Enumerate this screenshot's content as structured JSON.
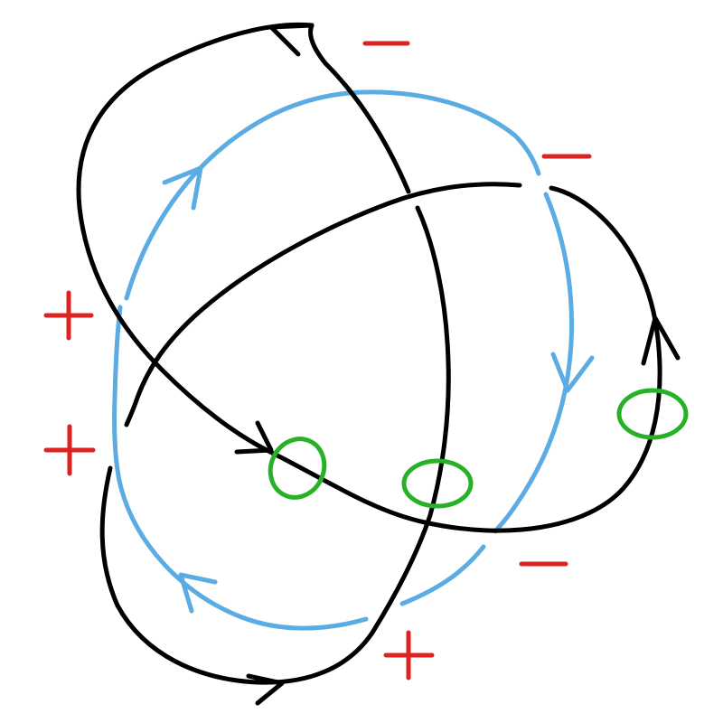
{
  "colors": {
    "background": "#ffffff",
    "knot": "#000000",
    "loop": "#5aace3",
    "meridian": "#27b127",
    "sign": "#dd2222"
  },
  "crossing_signs": [
    {
      "id": "sign-top",
      "kind": "minus"
    },
    {
      "id": "sign-upper-right",
      "kind": "minus"
    },
    {
      "id": "sign-left-upper",
      "kind": "plus"
    },
    {
      "id": "sign-left-lower",
      "kind": "plus"
    },
    {
      "id": "sign-lower-right",
      "kind": "minus"
    },
    {
      "id": "sign-bottom",
      "kind": "plus"
    }
  ],
  "meridians": 3,
  "knot_arrows": 4,
  "loop_arrows": 3
}
